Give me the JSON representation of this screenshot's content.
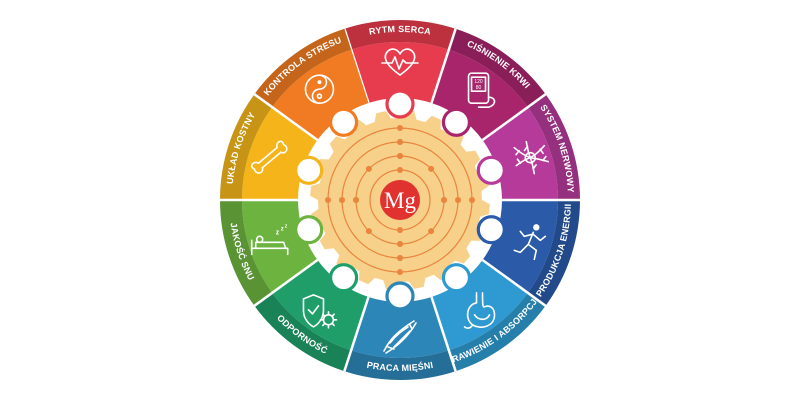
{
  "center": {
    "symbol": "Mg",
    "color": "#e0322f",
    "gear_color": "#f7d08a",
    "orbit_color": "#e9853e"
  },
  "segments": [
    {
      "label": "RYTM SERCA",
      "color": "#e63c4d",
      "icon": "heart-rate-icon"
    },
    {
      "label": "CIŚNIENIE KRWI",
      "color": "#a8246b",
      "icon": "blood-pressure-monitor-icon"
    },
    {
      "label": "SYSTEM NERWOWY",
      "color": "#b53a9a",
      "icon": "neuron-icon"
    },
    {
      "label": "PRODUKCJA ENERGII",
      "color": "#2a5aa8",
      "icon": "running-person-icon"
    },
    {
      "label": "TRAWIENIE I ABSORPCJA",
      "color": "#2e9ad1",
      "icon": "stomach-icon"
    },
    {
      "label": "PRACA MIĘŚNI",
      "color": "#2d86b8",
      "icon": "muscle-icon"
    },
    {
      "label": "ODPORNOŚĆ",
      "color": "#1f9e6a",
      "icon": "shield-virus-icon"
    },
    {
      "label": "JAKOŚĆ SNU",
      "color": "#6db33f",
      "icon": "sleeping-person-icon"
    },
    {
      "label": "UKŁAD KOSTNY",
      "color": "#f4b41a",
      "icon": "bone-icon"
    },
    {
      "label": "KONTROLA STRESU",
      "color": "#f07b22",
      "icon": "yin-yang-icon"
    }
  ]
}
